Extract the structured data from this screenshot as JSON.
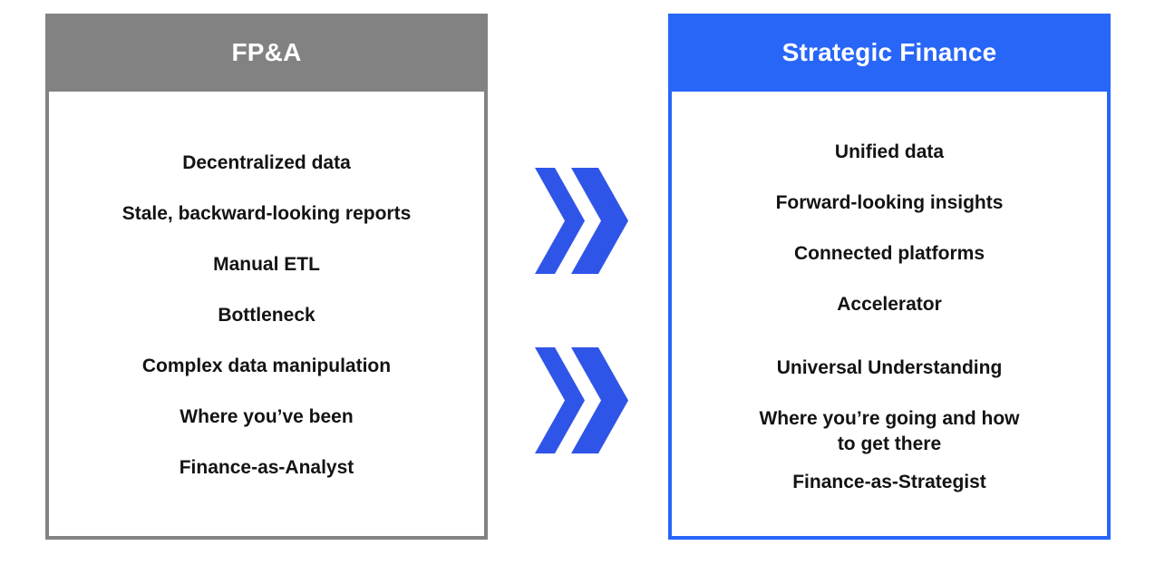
{
  "left_panel": {
    "title": "FP&A",
    "items": [
      "Decentralized data",
      "Stale, backward-looking reports",
      "Manual ETL",
      "Bottleneck",
      "Complex data manipulation",
      "Where you’ve been",
      "Finance-as-Analyst"
    ]
  },
  "right_panel": {
    "title": "Strategic Finance",
    "items": [
      "Unified data",
      "Forward-looking insights",
      "Connected platforms",
      "Accelerator",
      "Universal Understanding",
      "Where you’re going and how\nto get there",
      "Finance-as-Strategist"
    ]
  },
  "arrows": {
    "icon": "double-chevron-right",
    "count": 2
  },
  "colors": {
    "gray_header": "#828282",
    "blue_header": "#2866F8",
    "chevron_blue": "#2F55E8",
    "item_text": "#131313",
    "header_text": "#ffffff"
  }
}
